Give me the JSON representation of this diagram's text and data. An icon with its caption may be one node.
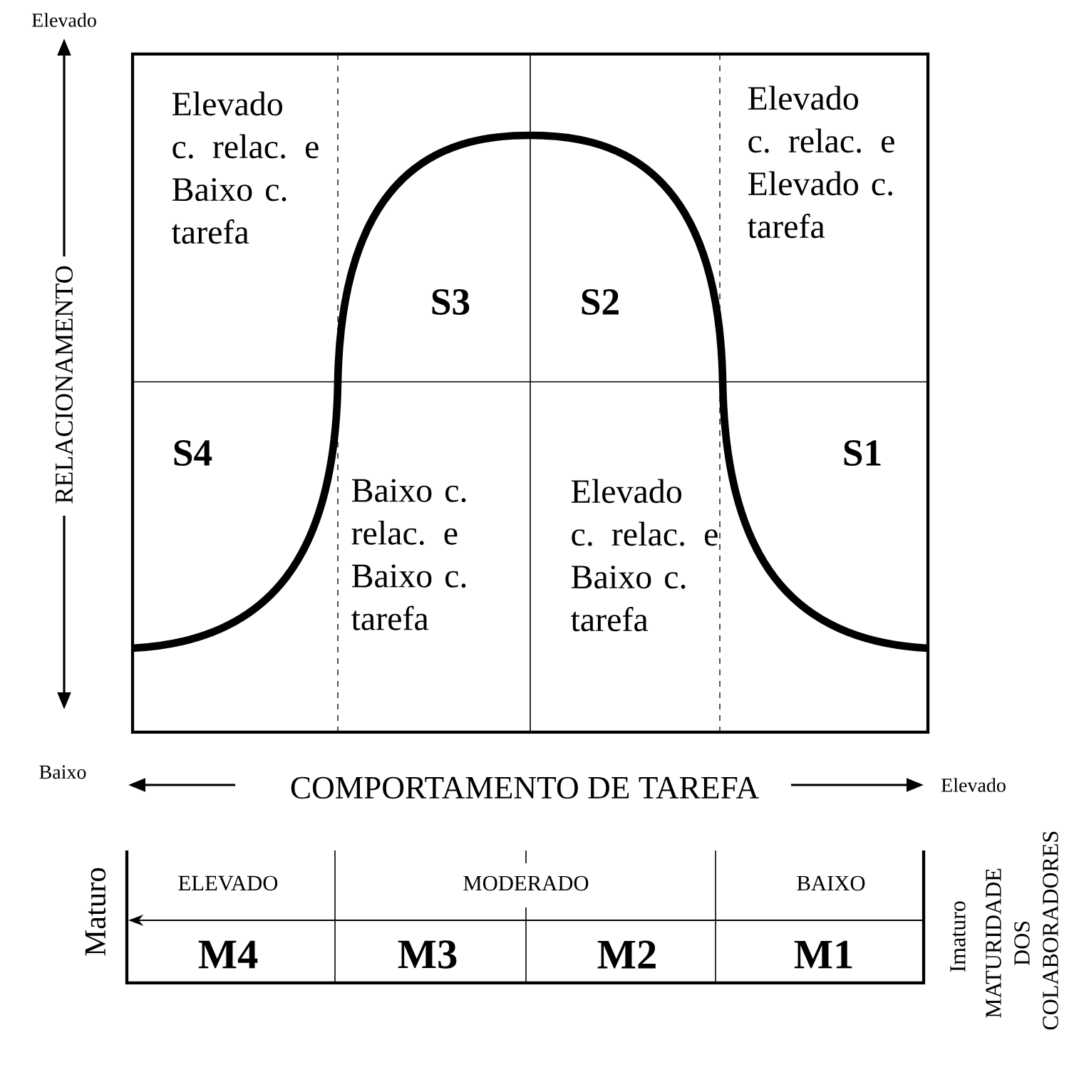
{
  "diagram": {
    "labels": [
      "Elevado",
      "RELACIONAMENTO",
      "Elevado c. relac. e Baixo c. tarefa",
      "Elevado c. relac. e Elevado c. tarefa",
      "S3",
      "S2",
      "S4",
      "S1",
      "Baixo c. relac. e Baixo c. tarefa",
      "Elevado c. relac. e Baixo c. tarefa",
      "Baixo",
      "COMPORTAMENTO DE TAREFA",
      "Elevado",
      "Maturo",
      "ELEVADO",
      "MODERADO",
      "BAIXO",
      "M4",
      "M3",
      "M2",
      "M1",
      "Imaturo",
      "MATURIDADE DOS COLABORADORES"
    ]
  }
}
